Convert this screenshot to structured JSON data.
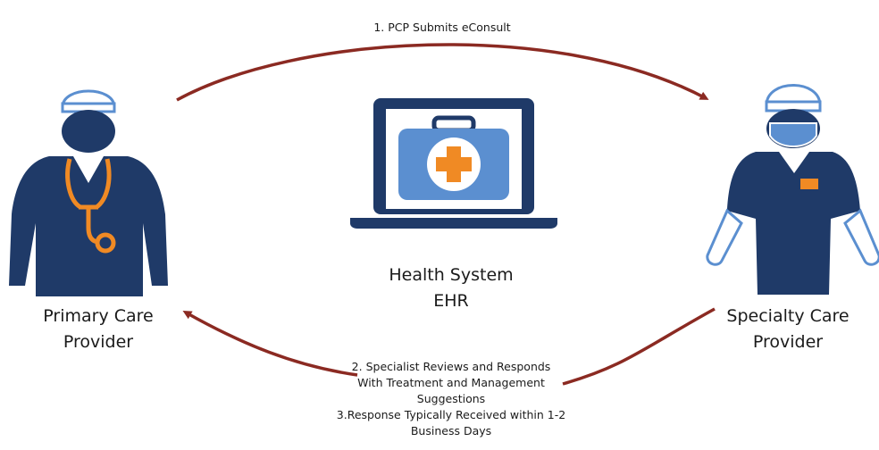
{
  "steps": {
    "step1": "1. PCP Submits eConsult",
    "step2_lines": [
      "2. Specialist Reviews and Responds",
      "With Treatment and Management",
      "Suggestions"
    ],
    "step3_lines": [
      "3.Response Typically Received within 1-2",
      "Business Days"
    ]
  },
  "center": {
    "lines": [
      "Health System",
      "EHR"
    ],
    "icon": "medical-kit-on-laptop-icon"
  },
  "primary_provider": {
    "lines": [
      "Primary Care",
      "Provider"
    ],
    "icon": "doctor-with-stethoscope-icon"
  },
  "specialty_provider": {
    "lines": [
      "Specialty Care",
      "Provider"
    ],
    "icon": "surgeon-with-mask-icon"
  },
  "colors": {
    "navy": "#1f3a68",
    "light_blue": "#5b8fd0",
    "orange": "#f08a24",
    "arrow": "#8b2a22"
  }
}
